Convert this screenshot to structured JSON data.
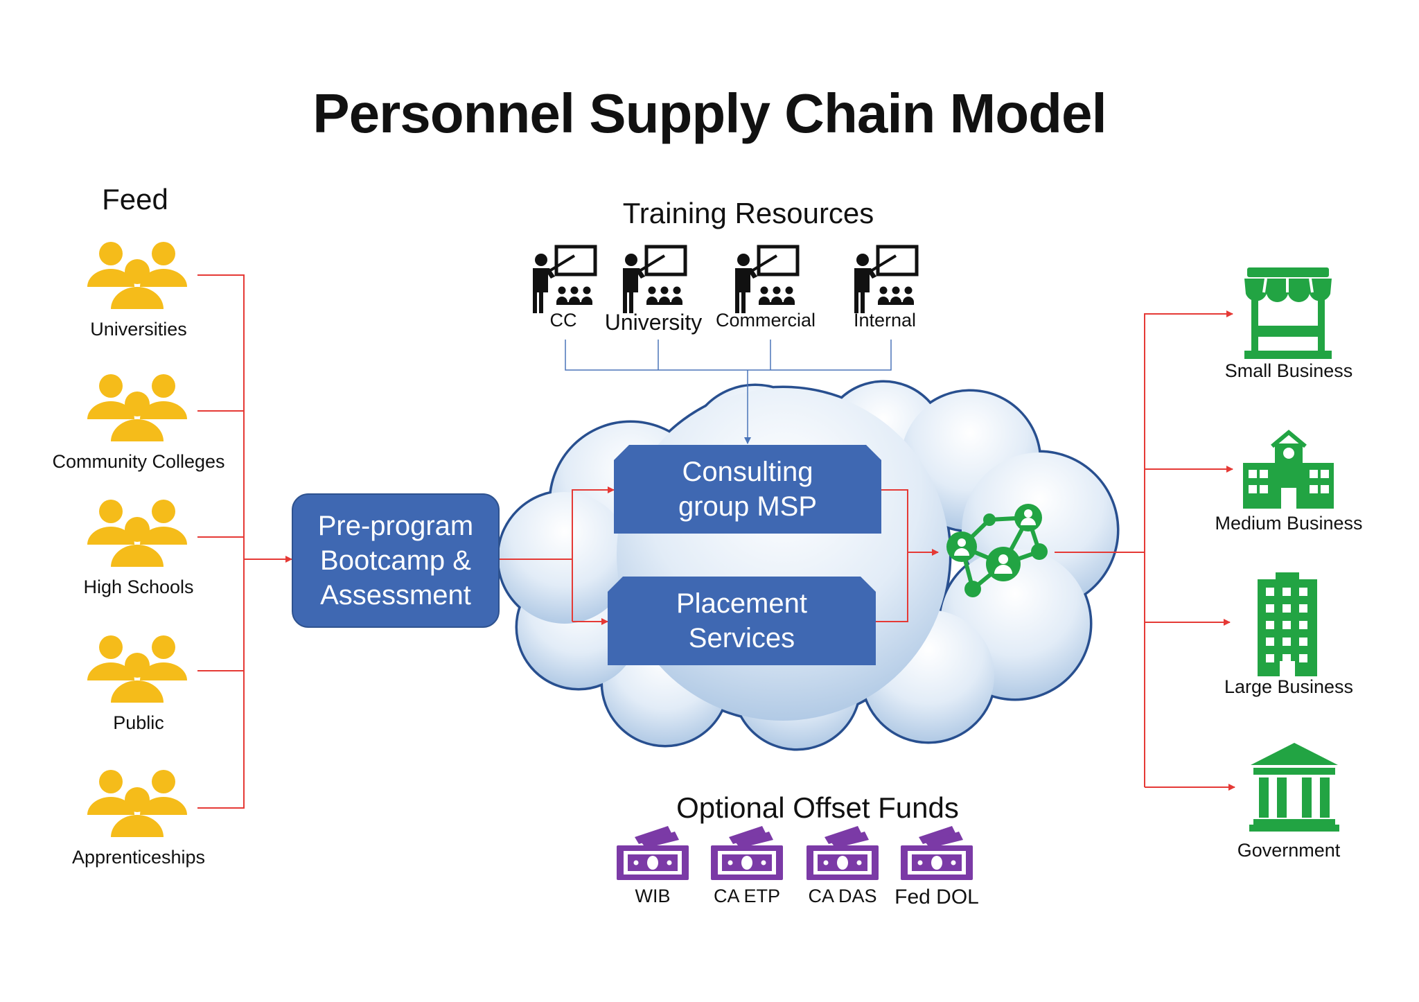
{
  "title": "Personnel Supply Chain Model",
  "feed": {
    "heading": "Feed",
    "items": [
      {
        "label": "Universities",
        "icon": "people-group-icon"
      },
      {
        "label": "Community Colleges",
        "icon": "people-group-icon"
      },
      {
        "label": "High Schools",
        "icon": "people-group-icon"
      },
      {
        "label": "Public",
        "icon": "people-group-icon"
      },
      {
        "label": "Apprenticeships",
        "icon": "people-group-icon"
      }
    ]
  },
  "training": {
    "heading": "Training Resources",
    "items": [
      {
        "label": "CC",
        "icon": "teacher-class-icon"
      },
      {
        "label": "University",
        "icon": "teacher-class-icon"
      },
      {
        "label": "Commercial",
        "icon": "teacher-class-icon"
      },
      {
        "label": "Internal",
        "icon": "teacher-class-icon"
      }
    ]
  },
  "process": {
    "bootcamp": "Pre-program Bootcamp & Assessment",
    "consulting": "Consulting group MSP",
    "placement": "Placement Services",
    "network_icon": "people-network-icon"
  },
  "outputs": {
    "items": [
      {
        "label": "Small Business",
        "icon": "storefront-icon"
      },
      {
        "label": "Medium Business",
        "icon": "school-building-icon"
      },
      {
        "label": "Large Business",
        "icon": "office-tower-icon"
      },
      {
        "label": "Government",
        "icon": "government-building-icon"
      }
    ]
  },
  "funds": {
    "heading": "Optional Offset Funds",
    "items": [
      {
        "label": "WIB",
        "icon": "cash-icon"
      },
      {
        "label": "CA ETP",
        "icon": "cash-icon"
      },
      {
        "label": "CA DAS",
        "icon": "cash-icon"
      },
      {
        "label": "Fed DOL",
        "icon": "cash-icon"
      }
    ]
  },
  "colors": {
    "feed_icon": "#f5bc1a",
    "output_icon": "#22a443",
    "network_icon": "#22a443",
    "fund_icon": "#7b3aa6",
    "process_box": "#3f68b2",
    "connector_red": "#e53935",
    "connector_blue": "#4a74b8"
  }
}
